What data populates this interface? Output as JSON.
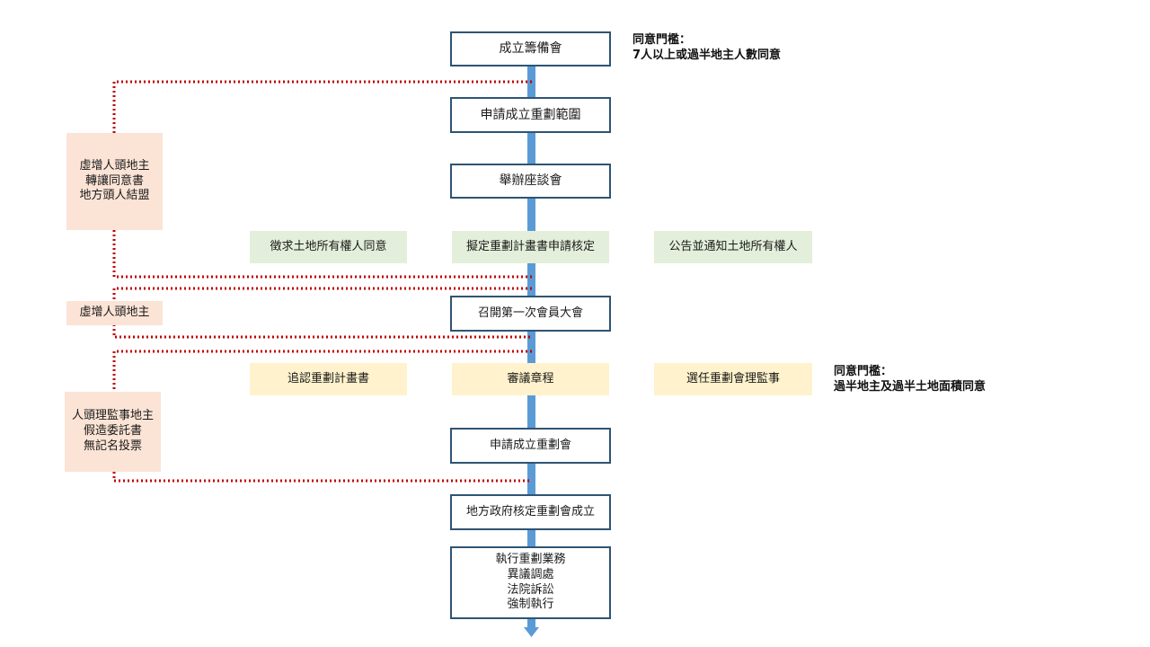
{
  "main_flow": [
    "成立籌備會",
    "申請成立重劃範圍",
    "舉辦座談會",
    "擬定重劃計畫書申請核定",
    "召開第一次會員大會",
    "審議章程",
    "申請成立重劃會",
    "地方政府核定重劃會成立",
    "執行重劃業務\n異議調處\n法院訴訟\n強制執行"
  ],
  "side_activities": [
    "徵求土地所有權人同意",
    "公告並通知土地所有權人",
    "追認重劃計畫書",
    "選任重劃會理監事"
  ],
  "irregularities": [
    "虛增人頭地主\n轉讓同意書\n地方頭人結盟",
    "虛增人頭地主",
    "人頭理監事地主\n假造委託書\n無記名投票"
  ],
  "notes": [
    "同意門檻：\n7人以上或過半地主人數同意",
    "同意門檻：\n過半地主及過半土地面積同意"
  ],
  "colors": {
    "step_border": "#2e5473",
    "arrow": "#5b9bd5",
    "dotted_line": "#c00000",
    "irregularity_fill": "#fbe4d6",
    "consent_fill": "#e3efda",
    "council_fill": "#fff2cc"
  }
}
